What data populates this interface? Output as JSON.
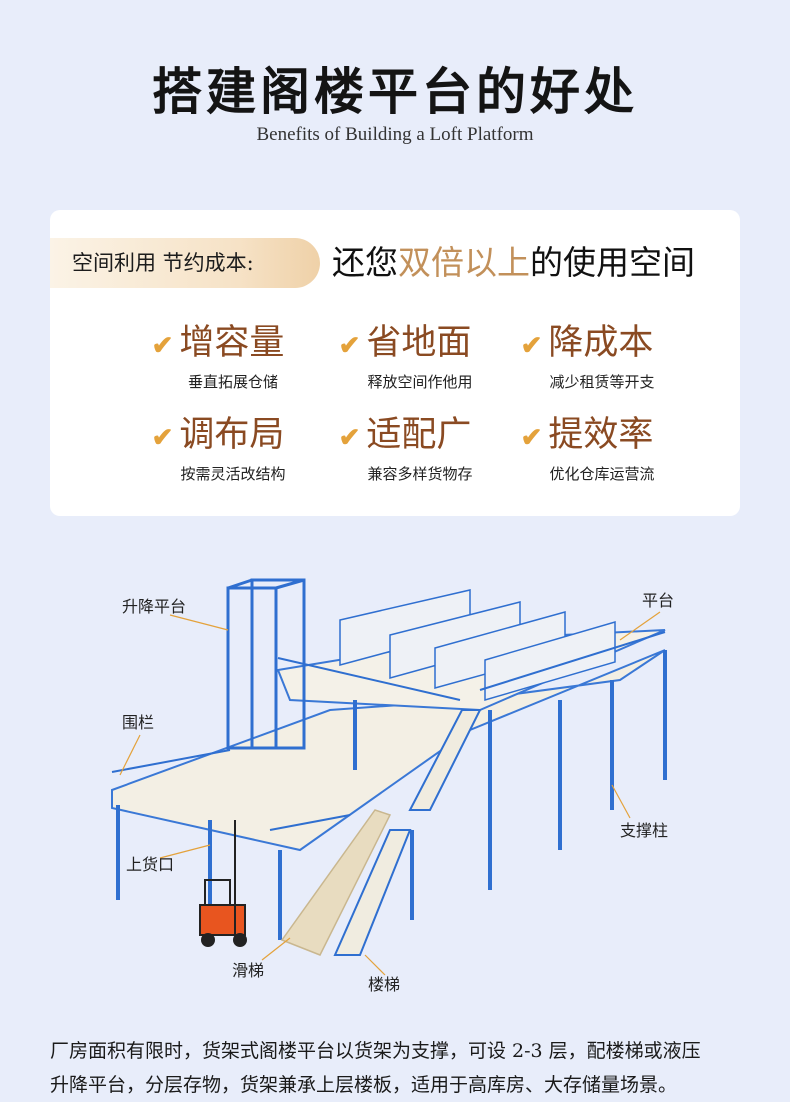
{
  "title": "搭建阁楼平台的好处",
  "subtitle": "Benefits of Building a Loft Platform",
  "card": {
    "tag": "空间利用 节约成本:",
    "headline_pre": "还您",
    "headline_highlight": "双倍以上",
    "headline_post": "的使用空间",
    "features": [
      {
        "name": "增容量",
        "desc": "垂直拓展仓储"
      },
      {
        "name": "省地面",
        "desc": "释放空间作他用"
      },
      {
        "name": "降成本",
        "desc": "减少租赁等开支"
      },
      {
        "name": "调布局",
        "desc": "按需灵活改结构"
      },
      {
        "name": "适配广",
        "desc": "兼容多样货物存"
      },
      {
        "name": "提效率",
        "desc": "优化仓库运营流"
      }
    ],
    "check_symbol": "✔"
  },
  "diagram_labels": {
    "lift": "升降平台",
    "platform": "平台",
    "railing": "围栏",
    "column": "支撑柱",
    "loading": "上货口",
    "slide": "滑梯",
    "stairs": "楼梯"
  },
  "footer_lines": [
    "厂房面积有限时，货架式阁楼平台以货架为支撑，可设 2-3 层，配楼梯或液压",
    "升降平台，分层存物，货架兼承上层楼板，适用于高库房、大存储量场景。"
  ],
  "colors": {
    "background": "#e8edfa",
    "accent_gold": "#c2905a",
    "feature_brown": "#8a4a22",
    "check_orange": "#e4a23b",
    "steel_blue": "#2f6fd0"
  }
}
